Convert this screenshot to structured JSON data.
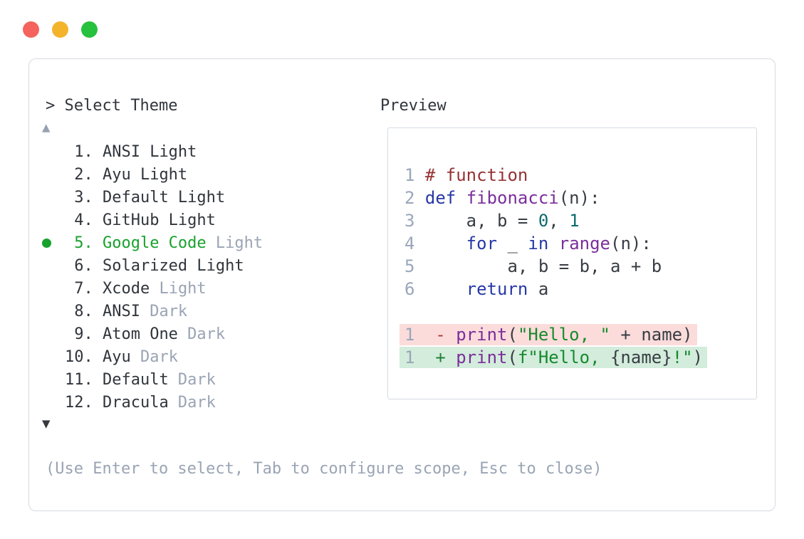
{
  "window": {
    "controls": [
      "close",
      "minimize",
      "zoom"
    ]
  },
  "colors": {
    "window_red": "#f4635d",
    "window_yellow": "#f3b32b",
    "window_green": "#26c13d",
    "panel_border": "#d5dae2",
    "text": "#30353c",
    "muted": "#9aa4b4",
    "accent": "#18a12d",
    "arrow_up": "#97a1b0",
    "arrow_down": "#35393d",
    "linenum": "#9aa6b9",
    "com": "#963334",
    "kw": "#2838a6",
    "typ": "#7b2f9b",
    "lit": "#0f6b6d",
    "str": "#178a2d",
    "pln": "#383d44",
    "del_sign": "#b13a3c",
    "ins_sign": "#20803a",
    "del_bg": "#fbdcdb",
    "ins_bg": "#d3ecdc"
  },
  "prompt": {
    "marker": "> ",
    "title": "Select Theme"
  },
  "list": {
    "up_indicator": "▲",
    "down_indicator": "▼",
    "items": [
      {
        "number": "1.",
        "selected": false,
        "segments": [
          {
            "t": "ANSI Light",
            "c": "text"
          }
        ]
      },
      {
        "number": "2.",
        "selected": false,
        "segments": [
          {
            "t": "Ayu Light",
            "c": "text"
          }
        ]
      },
      {
        "number": "3.",
        "selected": false,
        "segments": [
          {
            "t": "Default Light",
            "c": "text"
          }
        ]
      },
      {
        "number": "4.",
        "selected": false,
        "segments": [
          {
            "t": "GitHub Light",
            "c": "text"
          }
        ]
      },
      {
        "number": "5.",
        "selected": true,
        "segments": [
          {
            "t": "Google Code",
            "c": "green"
          },
          {
            "t": " Light",
            "c": "muted"
          }
        ]
      },
      {
        "number": "6.",
        "selected": false,
        "segments": [
          {
            "t": "Solarized Light",
            "c": "text"
          }
        ]
      },
      {
        "number": "7.",
        "selected": false,
        "segments": [
          {
            "t": "Xcode",
            "c": "text"
          },
          {
            "t": " Light",
            "c": "muted"
          }
        ]
      },
      {
        "number": "8.",
        "selected": false,
        "segments": [
          {
            "t": "ANSI",
            "c": "text"
          },
          {
            "t": " Dark",
            "c": "muted"
          }
        ]
      },
      {
        "number": "9.",
        "selected": false,
        "segments": [
          {
            "t": "Atom One",
            "c": "text"
          },
          {
            "t": " Dark",
            "c": "muted"
          }
        ]
      },
      {
        "number": "10.",
        "selected": false,
        "segments": [
          {
            "t": "Ayu",
            "c": "text"
          },
          {
            "t": " Dark",
            "c": "muted"
          }
        ]
      },
      {
        "number": "11.",
        "selected": false,
        "segments": [
          {
            "t": "Default",
            "c": "text"
          },
          {
            "t": " Dark",
            "c": "muted"
          }
        ]
      },
      {
        "number": "12.",
        "selected": false,
        "segments": [
          {
            "t": "Dracula",
            "c": "text"
          },
          {
            "t": " Dark",
            "c": "muted"
          }
        ]
      }
    ]
  },
  "preview": {
    "label": "Preview",
    "code_lines": [
      {
        "num": "1",
        "bg": null,
        "segments": [
          {
            "t": "# function",
            "c": "com"
          }
        ]
      },
      {
        "num": "2",
        "bg": null,
        "segments": [
          {
            "t": "def",
            "c": "kw"
          },
          {
            "t": " ",
            "c": "pln"
          },
          {
            "t": "fibonacci",
            "c": "typ"
          },
          {
            "t": "(n):",
            "c": "pln"
          }
        ]
      },
      {
        "num": "3",
        "bg": null,
        "segments": [
          {
            "t": "    a, b = ",
            "c": "pln"
          },
          {
            "t": "0",
            "c": "lit"
          },
          {
            "t": ", ",
            "c": "pln"
          },
          {
            "t": "1",
            "c": "lit"
          }
        ]
      },
      {
        "num": "4",
        "bg": null,
        "segments": [
          {
            "t": "    ",
            "c": "pln"
          },
          {
            "t": "for",
            "c": "kw"
          },
          {
            "t": " _ ",
            "c": "pln"
          },
          {
            "t": "in",
            "c": "kw"
          },
          {
            "t": " ",
            "c": "pln"
          },
          {
            "t": "range",
            "c": "typ"
          },
          {
            "t": "(n):",
            "c": "pln"
          }
        ]
      },
      {
        "num": "5",
        "bg": null,
        "segments": [
          {
            "t": "        a, b = b, a + b",
            "c": "pln"
          }
        ]
      },
      {
        "num": "6",
        "bg": null,
        "segments": [
          {
            "t": "    ",
            "c": "pln"
          },
          {
            "t": "return",
            "c": "kw"
          },
          {
            "t": " a",
            "c": "pln"
          }
        ]
      },
      {
        "num": "",
        "bg": null,
        "segments": []
      },
      {
        "num": "1",
        "bg": "del",
        "segments": [
          {
            "t": " ",
            "c": "pln"
          },
          {
            "t": "-",
            "c": "del_sign"
          },
          {
            "t": " ",
            "c": "pln"
          },
          {
            "t": "print",
            "c": "typ"
          },
          {
            "t": "(",
            "c": "pln"
          },
          {
            "t": "\"Hello, \"",
            "c": "str"
          },
          {
            "t": " + name)",
            "c": "pln"
          }
        ]
      },
      {
        "num": "1",
        "bg": "ins",
        "segments": [
          {
            "t": " ",
            "c": "pln"
          },
          {
            "t": "+",
            "c": "ins_sign"
          },
          {
            "t": " ",
            "c": "pln"
          },
          {
            "t": "print",
            "c": "typ"
          },
          {
            "t": "(",
            "c": "pln"
          },
          {
            "t": "f\"Hello, ",
            "c": "str"
          },
          {
            "t": "{name}",
            "c": "pln"
          },
          {
            "t": "!\"",
            "c": "str"
          },
          {
            "t": ")",
            "c": "pln"
          }
        ]
      }
    ]
  },
  "help": {
    "text": "(Use Enter to select, Tab to configure scope, Esc to close)"
  }
}
